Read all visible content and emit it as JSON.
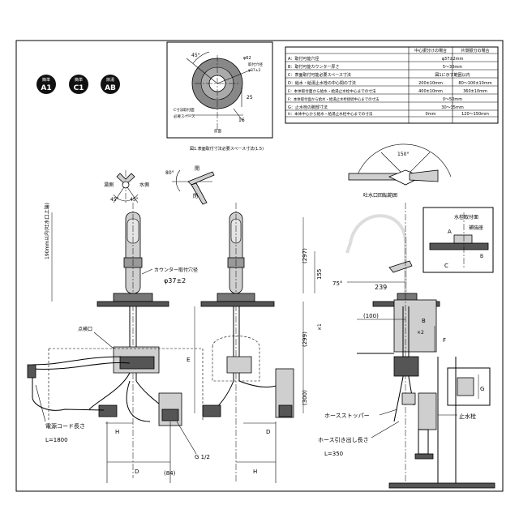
{
  "badges": [
    {
      "top": "簡単",
      "bottom": "A1"
    },
    {
      "top": "簡単",
      "bottom": "C1"
    },
    {
      "top": "節湯",
      "bottom": "AB"
    }
  ],
  "hole_detail": {
    "angle": "45°",
    "dia1": "φ62",
    "label_mount_hole": "取付穴径",
    "dia2": "φ37±2",
    "dim_a": "25",
    "dim_b": "16",
    "label_c_line1": "C寸法取付面",
    "label_c_line2": "必要スペース",
    "label_front": "前面",
    "caption": "図1.表面取付寸法必要スペース寸法(1.5)"
  },
  "spec_table": {
    "head_1": "中心振分けの場合",
    "head_2": "片側振分の場合",
    "rows": [
      {
        "label": "A：取付可能穴径",
        "v1": "φ37±2mm",
        "v2": ""
      },
      {
        "label": "B：取付可能カウンター厚さ",
        "v1": "5～30mm",
        "v2": ""
      },
      {
        "label": "C：表面取付可能必要スペース寸法",
        "v1": "図1に示す範囲以内",
        "v2": ""
      },
      {
        "label": "D：給水・給湯止水栓の中心間の寸法",
        "v1": "200±10mm",
        "v2": "80～100±10mm"
      },
      {
        "label": "E：本体取付面から給水・給湯止水栓中心までの寸法",
        "v1": "400±10mm",
        "v2": "360±10mm"
      },
      {
        "label": "F：本体取付面から給水・給湯止水栓接続中心までの寸法",
        "v1": "0～50mm",
        "v2": ""
      },
      {
        "label": "G：止水栓の腕部寸法",
        "v1": "30～35mm",
        "v2": ""
      },
      {
        "label": "H：本体中心から給水・給湯止水栓中心までの寸法",
        "v1": "0mm",
        "v2": "120～150mm"
      }
    ]
  },
  "labels": {
    "hot": "湯側",
    "cold": "水側",
    "deg45a": "45°",
    "deg45b": "45°",
    "deg80": "80°",
    "open": "開",
    "close": "閉",
    "deg150": "150°",
    "spout_range": "吐水口回転範囲",
    "height_190": "190mm以内(吐水口上端)",
    "counter_hole": "カウンター取付穴径",
    "counter_dia": "φ37±2",
    "inspection": "点検口",
    "e": "E",
    "h": "H",
    "d": "D",
    "d2": "D",
    "h2": "H",
    "d84": "(84)",
    "g12": "G 1/2",
    "cord_title": "電源コード長さ",
    "cord_len": "L=1800",
    "mount_face": "水栓取付面",
    "connect_face": "補強座",
    "a": "A",
    "b": "B",
    "c": "C",
    "d297": "(297)",
    "d155": "155",
    "d299": "(299)",
    "d300": "(300)",
    "deg75": "75°",
    "d239": "239",
    "d100": "(100)",
    "b_mark": "B",
    "f": "F",
    "d1": "×1",
    "d2v": "×2",
    "hose_stop": "ホースストッパー",
    "hose_len_title": "ホース引き出し長さ",
    "hose_len": "L=350",
    "stop_valve": "止水栓",
    "g": "G"
  }
}
